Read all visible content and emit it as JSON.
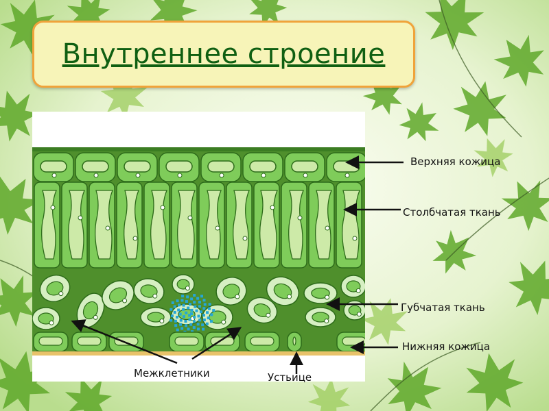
{
  "title": "Внутреннее строение",
  "labels": {
    "upper_epidermis": "Верхняя кожица",
    "palisade": "Столбчатая ткань",
    "spongy": "Губчатая ткань",
    "lower_epidermis": "Нижняя кожица",
    "intercellular": "Межклетники",
    "stoma": "Устьице"
  },
  "colors": {
    "cell_fill": "#7fcc5a",
    "cell_stroke": "#2d6b1a",
    "vacuole": "#cdeaa8",
    "matrix": "#4f8f2c",
    "intercellular_dots": "#25a6d8",
    "title_text": "#0f5f12",
    "title_bg": "#f7f4b8",
    "title_border": "#f0a33a"
  }
}
